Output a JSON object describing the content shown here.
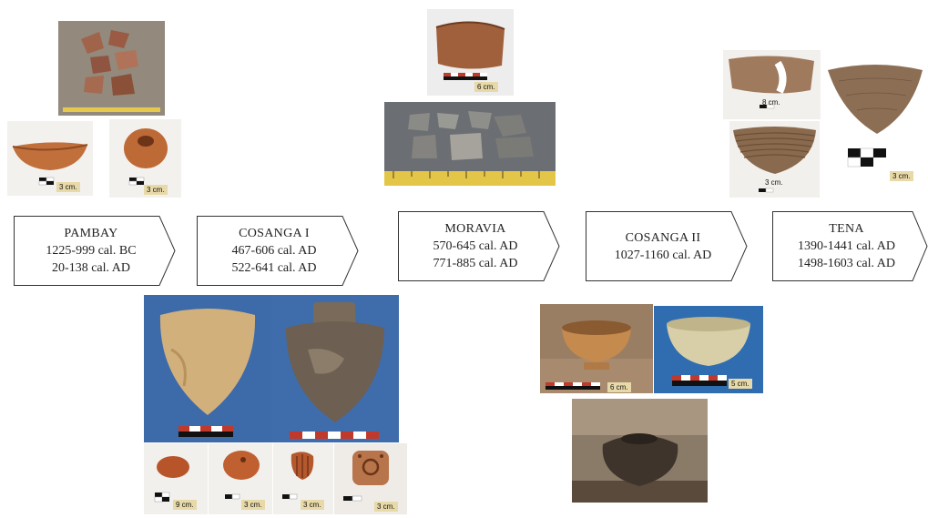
{
  "colors": {
    "box_border": "#333333",
    "text": "#222222",
    "pottery_light": "#c9a37a",
    "pottery_dark": "#7a5a45",
    "scale_tag": "#e8d9a8"
  },
  "phases": [
    {
      "name": "PAMBAY",
      "dates": [
        "1225-999 cal. BC",
        "20-138 cal. AD"
      ]
    },
    {
      "name": "COSANGA I",
      "dates": [
        "467-606 cal. AD",
        "522-641 cal. AD"
      ]
    },
    {
      "name": "MORAVIA",
      "dates": [
        "570-645 cal. AD",
        "771-885 cal. AD"
      ]
    },
    {
      "name": "COSANGA II",
      "dates": [
        "1027-1160 cal. AD"
      ]
    },
    {
      "name": "TENA",
      "dates": [
        "1390-1441 cal. AD",
        "1498-1603 cal. AD"
      ]
    }
  ],
  "scale_labels": {
    "pambay_a": "3 cm.",
    "pambay_b": "3 cm.",
    "moravia_a": "6 cm.",
    "tena_a": "8 cm.",
    "tena_b": "3 cm.",
    "tena_c": "3 cm.",
    "cosanga1_a": "9 cm.",
    "cosanga1_b": "3 cm.",
    "cosanga1_c": "3 cm.",
    "cosanga1_d": "3 cm.",
    "cosanga2_a": "6 cm.",
    "cosanga2_b": "5 cm."
  }
}
